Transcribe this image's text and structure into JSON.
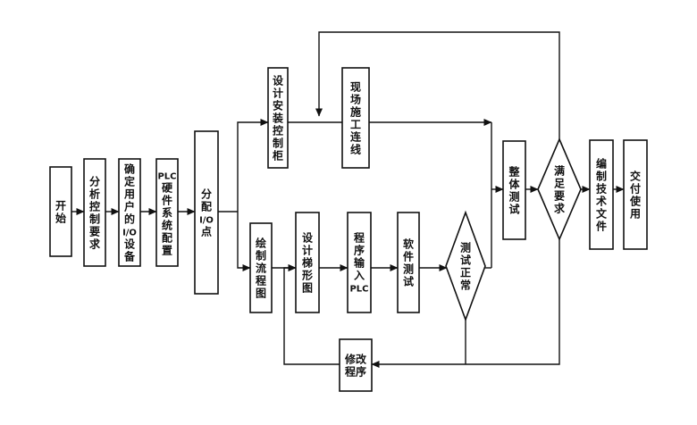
{
  "diagram": {
    "nodes": [
      {
        "id": "start",
        "label": "开始"
      },
      {
        "id": "analyze",
        "label": "分析控制要求"
      },
      {
        "id": "io",
        "label": "确定用户的I/O设备"
      },
      {
        "id": "plc_hw",
        "label": "PLC硬件系统配置"
      },
      {
        "id": "assign",
        "label": "分配I/O点"
      },
      {
        "id": "cabinet",
        "label": "设计安装控制柜"
      },
      {
        "id": "wiring",
        "label": "现场施工连线"
      },
      {
        "id": "flow",
        "label": "绘制流程图"
      },
      {
        "id": "ladder",
        "label": "设计梯形图"
      },
      {
        "id": "input",
        "label": "程序输入PLC"
      },
      {
        "id": "softtest",
        "label": "软件测试"
      },
      {
        "id": "test_ok",
        "label": "测试正常"
      },
      {
        "id": "overall",
        "label": "整体测试"
      },
      {
        "id": "meet",
        "label": "满足要求"
      },
      {
        "id": "docs",
        "label": "编制技术文件"
      },
      {
        "id": "deliver",
        "label": "交付使用"
      },
      {
        "id": "modify",
        "label": "修改程序"
      }
    ]
  }
}
